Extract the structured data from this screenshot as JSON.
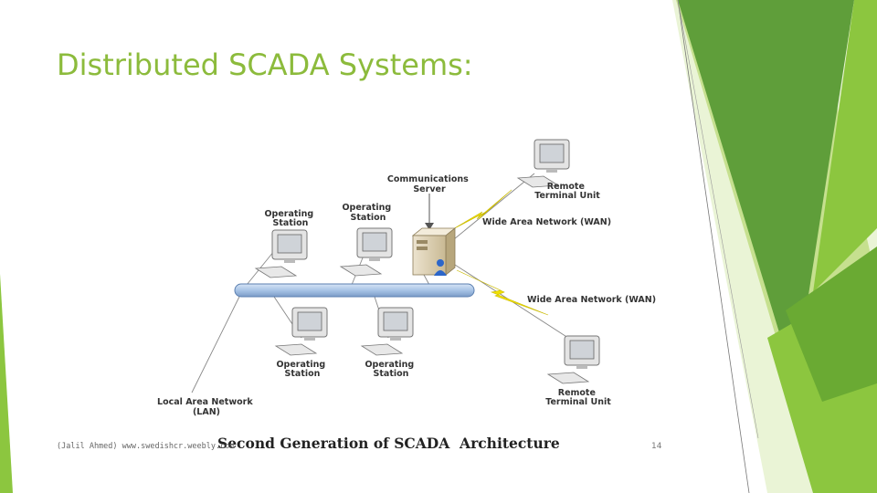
{
  "slide": {
    "title": "Distributed SCADA Systems:",
    "footer": "(Jalil Ahmed) www.swedishcr.weebly.com",
    "page_number": "14"
  },
  "diagram": {
    "comm_server_label": [
      "Communications",
      "Server"
    ],
    "rtu_top_label": [
      "Remote",
      "Terminal Unit"
    ],
    "rtu_bottom_label": [
      "Remote",
      "Terminal Unit"
    ],
    "wan_top_label": "Wide Area Network (WAN)",
    "wan_bottom_label": "Wide Area Network (WAN)",
    "op_station_top_left_label": [
      "Operating",
      "Station"
    ],
    "op_station_top_mid_label": [
      "Operating",
      "Station"
    ],
    "op_station_bottom_left_label": [
      "Operating",
      "Station"
    ],
    "op_station_bottom_mid_label": [
      "Operating",
      "Station"
    ],
    "lan_label": [
      "Local Area Network",
      "(LAN)"
    ],
    "caption": "Second Generation of SCADA  Architecture"
  },
  "colors": {
    "title_green": "#8cbb3c",
    "lan_bus": "#a8c4e6",
    "lightning": "#f0e000"
  }
}
